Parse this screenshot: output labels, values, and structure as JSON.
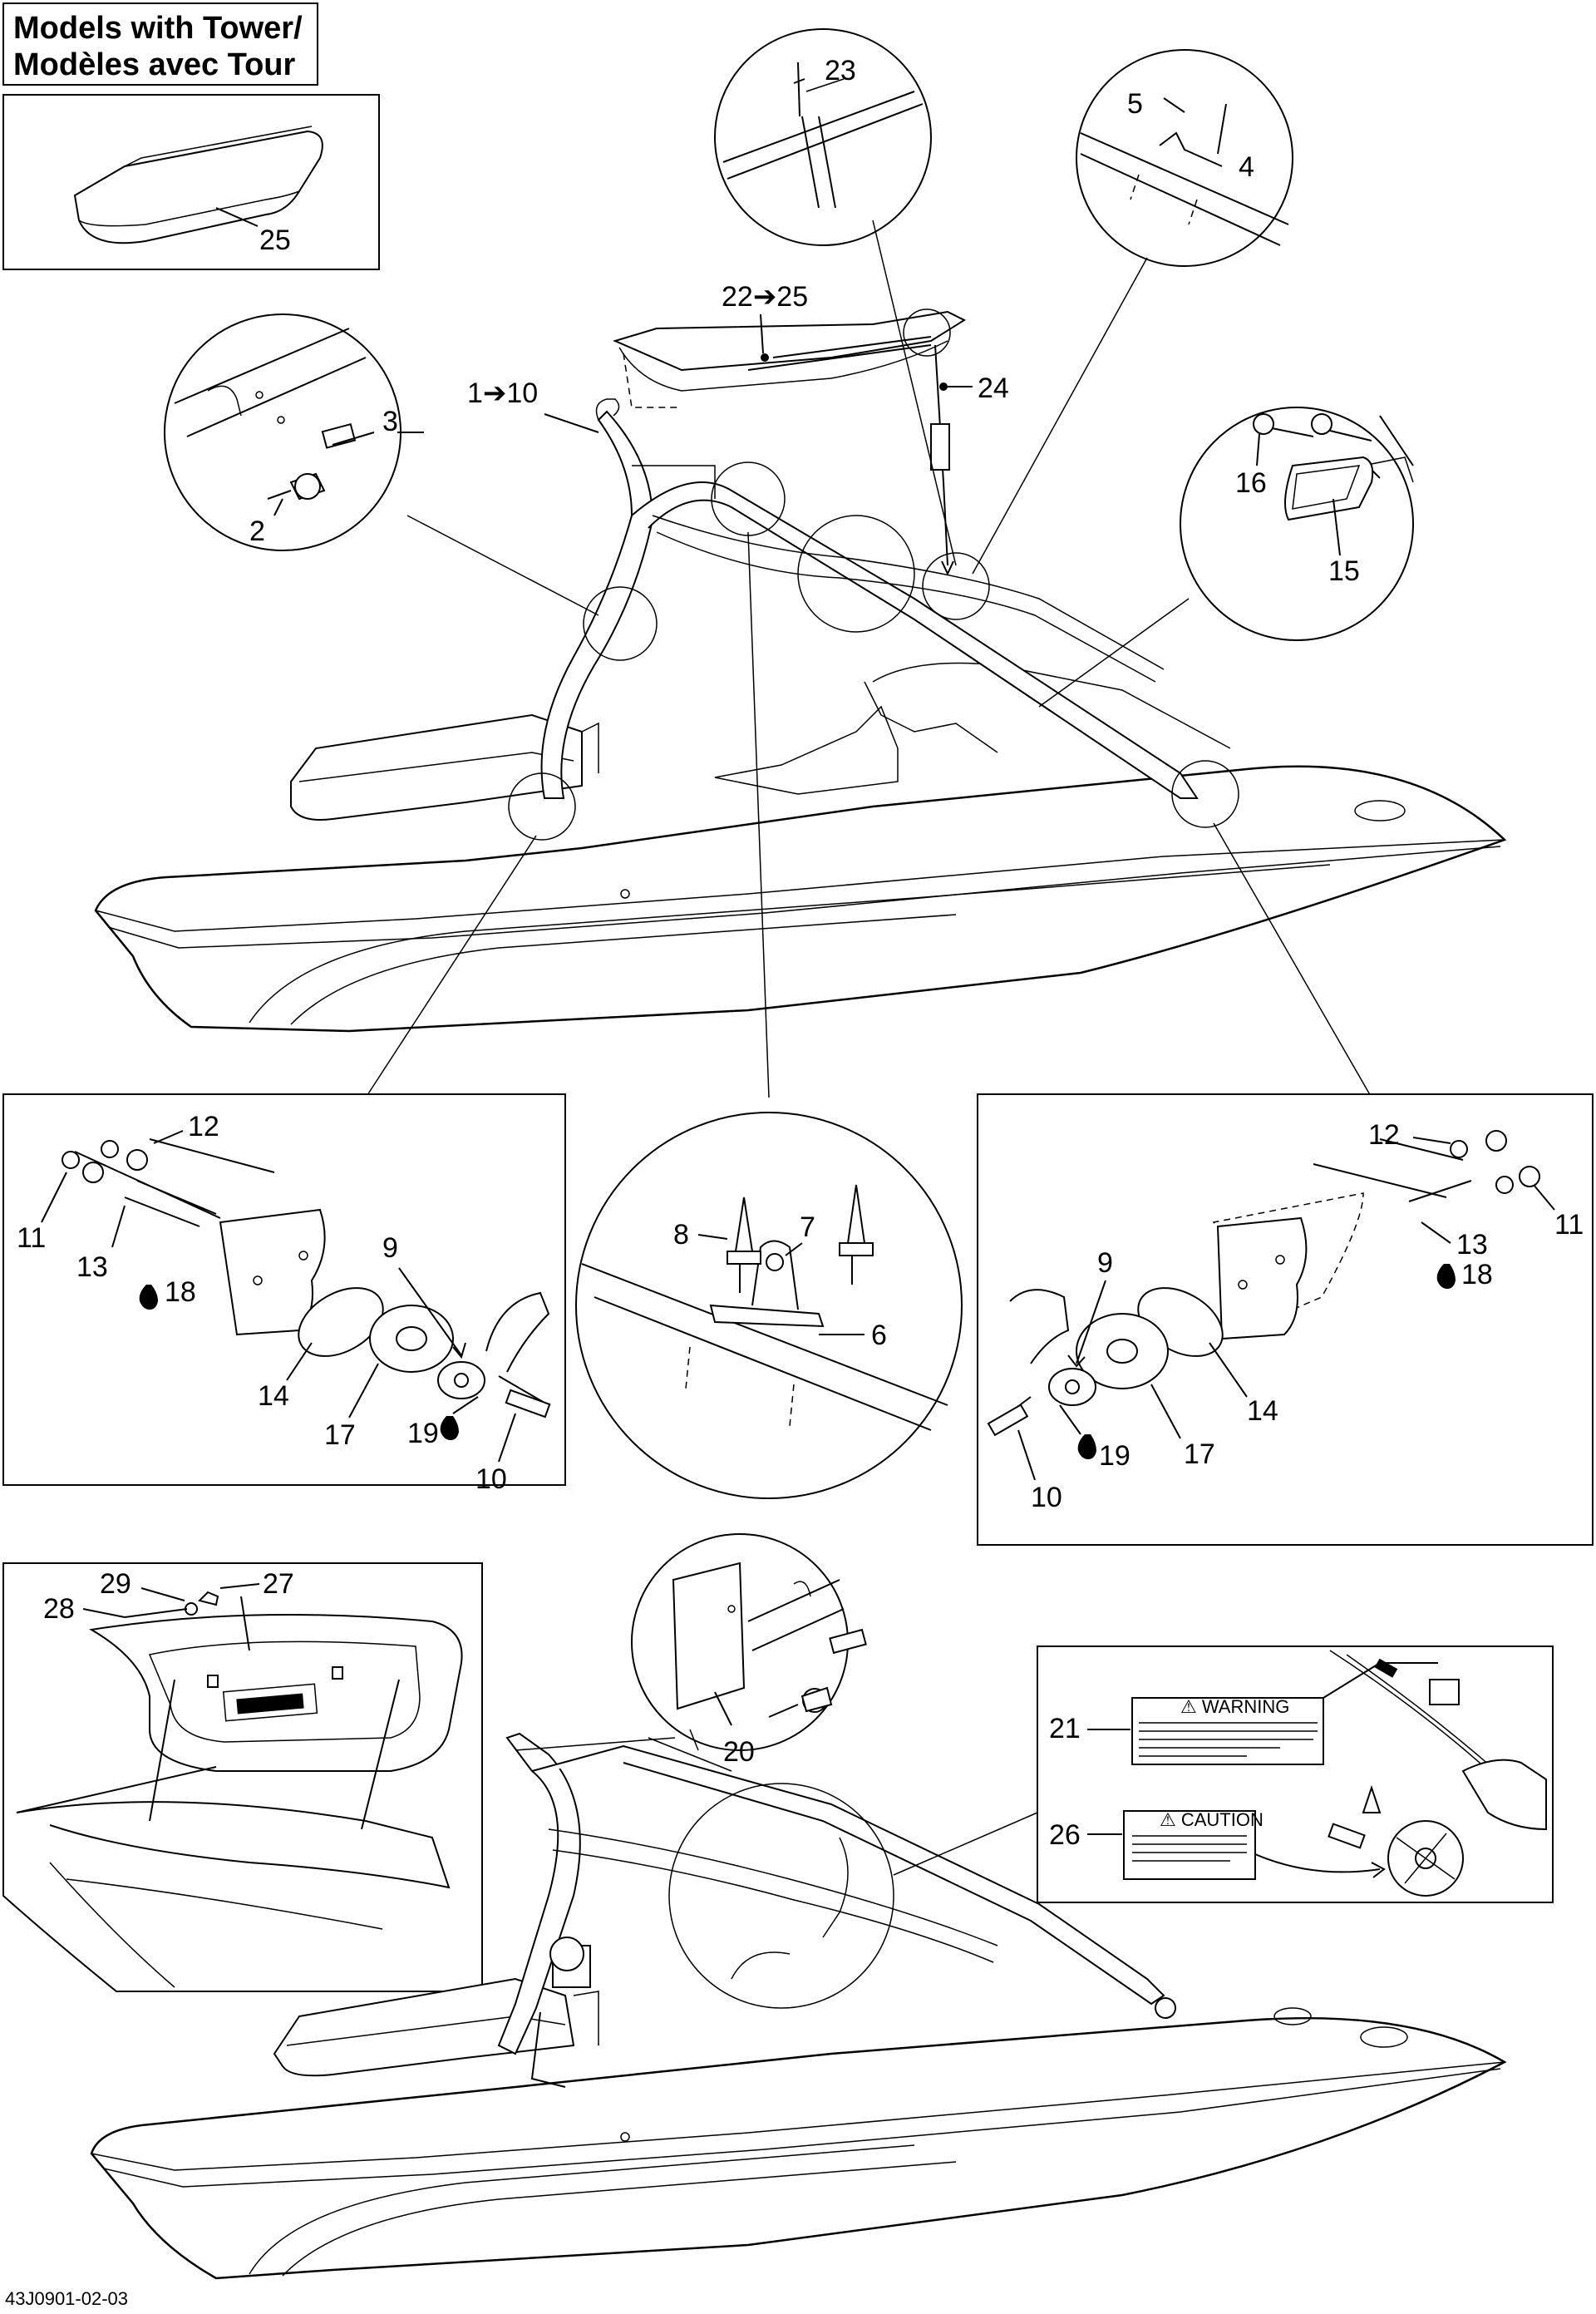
{
  "title": {
    "line1": "Models with Tower/",
    "line2": "Modèles avec Tour"
  },
  "drawing_code": "43J0901-02-03",
  "callouts": {
    "c1_10": "1➔10",
    "c2": "2",
    "c3": "3",
    "c4": "4",
    "c5": "5",
    "c6": "6",
    "c7": "7",
    "c8": "8",
    "c9_left": "9",
    "c9_right": "9",
    "c10_left": "10",
    "c10_right": "10",
    "c11_left": "11",
    "c11_right": "11",
    "c12_left": "12",
    "c12_right": "12",
    "c13_left": "13",
    "c13_right": "13",
    "c14_left": "14",
    "c14_right": "14",
    "c15": "15",
    "c16": "16",
    "c17_left": "17",
    "c17_right": "17",
    "c18_left": "18",
    "c18_right": "18",
    "c19_left": "19",
    "c19_right": "19",
    "c20": "20",
    "c21": "21",
    "c22_25": "22➔25",
    "c23": "23",
    "c24": "24",
    "c25": "25",
    "c26": "26",
    "c27": "27",
    "c28": "28",
    "c29": "29"
  },
  "labels": {
    "warning_heading": "⚠ WARNING",
    "caution_heading": "⚠ CAUTION"
  }
}
